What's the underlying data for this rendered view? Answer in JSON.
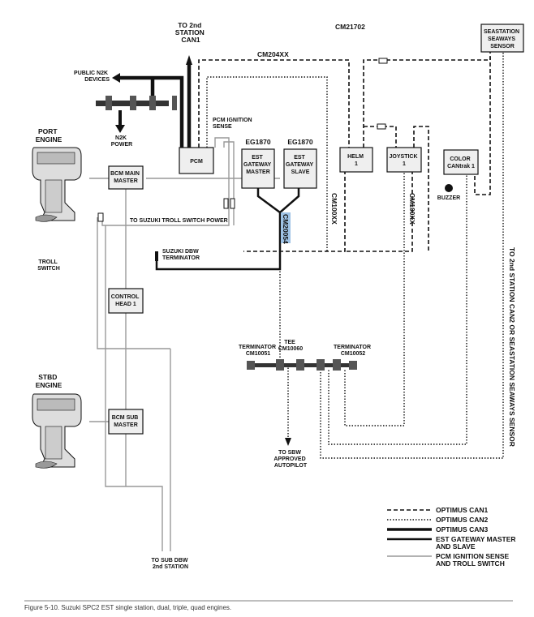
{
  "labels": {
    "to_2nd_station_can1": [
      "TO 2nd",
      "STATION",
      "CAN1"
    ],
    "cm21702": "CM21702",
    "seastation_sensor": [
      "SEASTATION",
      "SEAWAYS",
      "SENSOR"
    ],
    "cm204xx": "CM204XX",
    "public_n2k_devices": [
      "PUBLIC N2K",
      "DEVICES"
    ],
    "n2k_power": [
      "N2K",
      "POWER"
    ],
    "pcm_ignition_sense": [
      "PCM IGNITION",
      "SENSE"
    ],
    "eg1870_master": "EG1870",
    "eg1870_slave": "EG1870",
    "port_engine": [
      "PORT",
      "ENGINE"
    ],
    "stbd_engine": [
      "STBD",
      "ENGINE"
    ],
    "troll_switch": [
      "TROLL",
      "SWITCH"
    ],
    "to_troll_switch_power": "TO SUZUKI TROLL SWITCH POWER",
    "cm20054": "CM20054",
    "cm100xx_left": "CM100XX",
    "cm100xx_right": "CM100XX",
    "suzuki_dbw_terminator": [
      "SUZUKI DBW",
      "TERMINATOR"
    ],
    "buzzer": "BUZZER",
    "terminator_left": [
      "TERMINATOR",
      "CM10051"
    ],
    "tee": [
      "TEE",
      "CM10060"
    ],
    "terminator_right": [
      "TERMINATOR",
      "CM10052"
    ],
    "to_sbw_autopilot": [
      "TO SBW",
      "APPROVED",
      "AUTOPILOT"
    ],
    "to_sub_dbw": [
      "TO SUB DBW",
      "2nd STATION"
    ],
    "to_2nd_station_can2": "TO 2nd STATION CAN2 OR SEASTATION SEAWAYS SENSOR"
  },
  "boxes": {
    "pcm": [
      "PCM"
    ],
    "est_master": [
      "EST",
      "GATEWAY",
      "MASTER"
    ],
    "est_slave": [
      "EST",
      "GATEWAY",
      "SLAVE"
    ],
    "helm": [
      "HELM",
      "1"
    ],
    "joystick": [
      "JOYSTICK",
      "1"
    ],
    "color_cantrak": [
      "COLOR",
      "CANtrak 1"
    ],
    "bcm_main": [
      "BCM MAIN",
      "MASTER"
    ],
    "control_head": [
      "CONTROL",
      "HEAD 1"
    ],
    "bcm_sub": [
      "BCM SUB",
      "MASTER"
    ]
  },
  "legend": [
    {
      "style": "can1",
      "lines": [
        "OPTIMUS CAN1"
      ]
    },
    {
      "style": "can2",
      "lines": [
        "OPTIMUS CAN2"
      ]
    },
    {
      "style": "can3",
      "lines": [
        "OPTIMUS CAN3"
      ]
    },
    {
      "style": "gw",
      "lines": [
        "EST GATEWAY MASTER",
        "AND SLAVE"
      ]
    },
    {
      "style": "pcm",
      "lines": [
        "PCM IGNITION SENSE",
        "AND TROLL SWITCH"
      ]
    }
  ],
  "caption": "Figure 5-10. Suzuki SPC2 EST single station, dual, triple, quad engines."
}
